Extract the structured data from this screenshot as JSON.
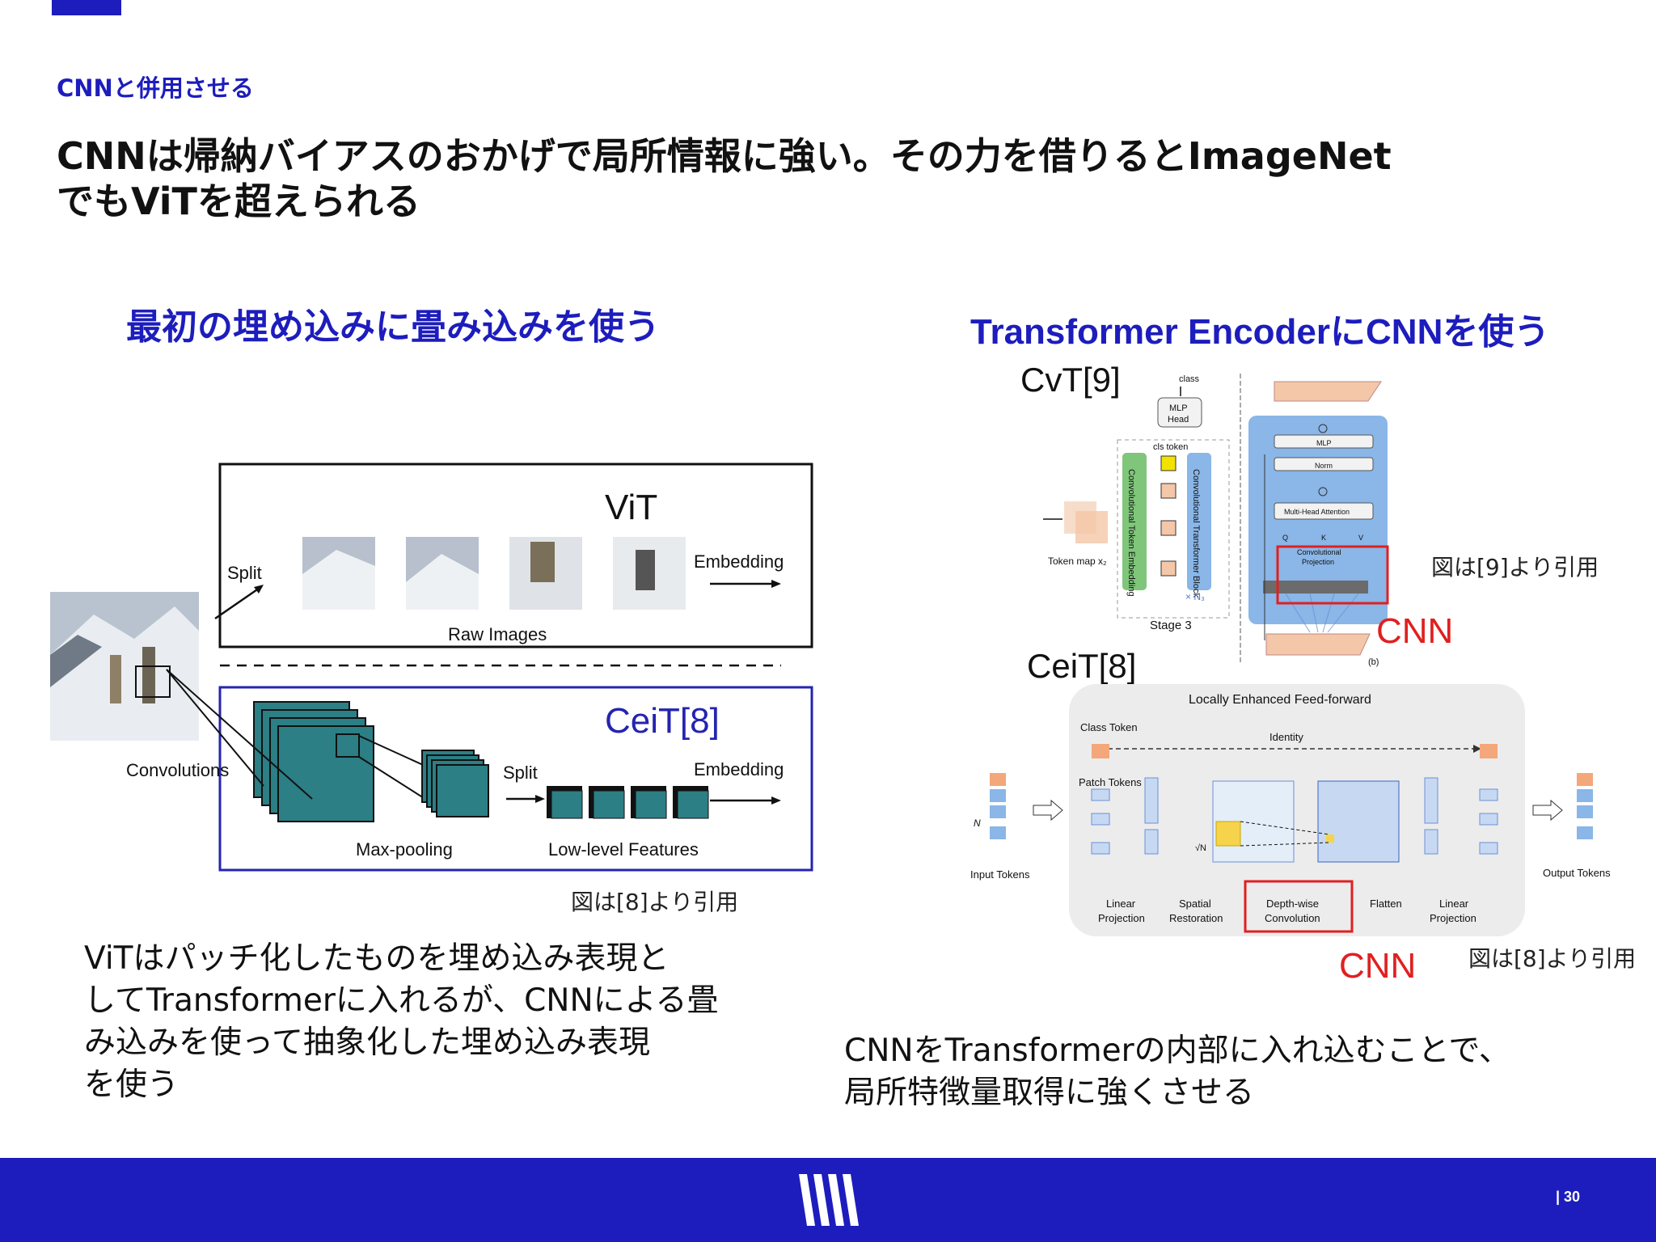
{
  "section_label": "CNNと併用させる",
  "headline": {
    "line1": "CNNは帰納バイアスのおかげで局所情報に強い。その力を借りるとImageNet",
    "line2": "でもViTを超えられる"
  },
  "left": {
    "title": "最初の埋め込みに畳み込みを使う",
    "figure": {
      "vit_label": "ViT",
      "ceit_label": "CeiT[8]",
      "split_top": "Split",
      "embedding_top": "Embedding",
      "raw_images": "Raw Images",
      "convolutions": "Convolutions",
      "split_bottom": "Split",
      "embedding_bottom": "Embedding",
      "max_pooling": "Max-pooling",
      "low_level": "Low-level Features"
    },
    "caption": "図は[8]より引用",
    "body_lines": [
      "ViTはパッチ化したものを埋め込み表現と",
      "してTransformerに入れるが、CNNによる畳",
      "み込みを使って抽象化した埋め込み表現",
      "を使う"
    ]
  },
  "right": {
    "title": "Transformer EncoderにCNNを使う",
    "cvt": {
      "label": "CvT[9]",
      "caption": "図は[9]より引用",
      "cnn_tag": "CNN",
      "class": "class",
      "mlp_head_1": "MLP",
      "mlp_head_2": "Head",
      "cls_token": "cls token",
      "conv_token_embedding": "Convolutional Token Embedding",
      "conv_transformer_block": "Convolutional Transformer Block",
      "nx": "× N₃",
      "token_map": "Token map x₂",
      "stage": "Stage 3",
      "mlp": "MLP",
      "norm": "Norm",
      "mha": "Multi-Head Attention",
      "q": "Q",
      "k": "K",
      "v": "V",
      "conv_proj_1": "Convolutional",
      "conv_proj_2": "Projection",
      "b": "(b)"
    },
    "ceit": {
      "label": "CeiT[8]",
      "caption": "図は[8]より引用",
      "cnn_tag": "CNN",
      "leff": "Locally Enhanced Feed-forward",
      "class_token": "Class Token",
      "identity": "Identity",
      "patch_tokens": "Patch Tokens",
      "n": "N",
      "input_tokens": "Input Tokens",
      "output_tokens": "Output Tokens",
      "sqrt_n": "√N",
      "steps": [
        [
          "Linear",
          "Projection"
        ],
        [
          "Spatial",
          "Restoration"
        ],
        [
          "Depth-wise",
          "Convolution"
        ],
        [
          "Flatten",
          ""
        ],
        [
          "Linear",
          "Projection"
        ]
      ]
    },
    "body_lines": [
      "CNNをTransformerの内部に入れ込むことで、",
      "局所特徴量取得に強くさせる"
    ]
  },
  "page_number": "| 30",
  "colors": {
    "brand_blue": "#1d1dbd",
    "cnn_red": "#e02020",
    "teal": "#2b7f85",
    "peach": "#f4c7a8"
  }
}
